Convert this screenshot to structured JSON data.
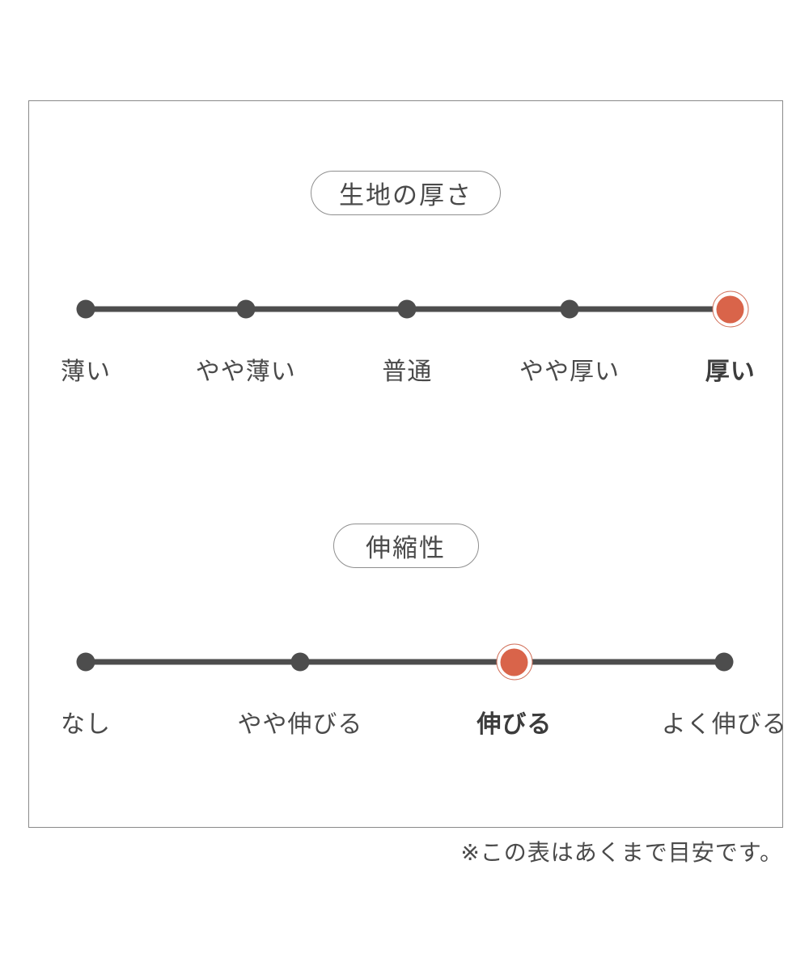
{
  "frame": {
    "border_color": "#8a8a8a",
    "background": "#ffffff"
  },
  "colors": {
    "track": "#4d4d4d",
    "node": "#4d4d4d",
    "selected_fill": "#d9644a",
    "selected_ring": "#d1705a",
    "text": "#4a4a4a"
  },
  "sections": [
    {
      "heading": "生地の厚さ",
      "selected_index": 4,
      "items": [
        {
          "label": "薄い",
          "position_pct": 7.5
        },
        {
          "label": "やや薄い",
          "position_pct": 28.7
        },
        {
          "label": "普通",
          "position_pct": 50.1
        },
        {
          "label": "やや厚い",
          "position_pct": 71.6
        },
        {
          "label": "厚い",
          "position_pct": 92.9
        }
      ]
    },
    {
      "heading": "伸縮性",
      "selected_index": 2,
      "items": [
        {
          "label": "なし",
          "position_pct": 7.5
        },
        {
          "label": "やや伸びる",
          "position_pct": 35.9
        },
        {
          "label": "伸びる",
          "position_pct": 64.3
        },
        {
          "label": "よく伸びる",
          "position_pct": 92.1
        }
      ]
    }
  ],
  "footnote": "※この表はあくまで目安です。"
}
